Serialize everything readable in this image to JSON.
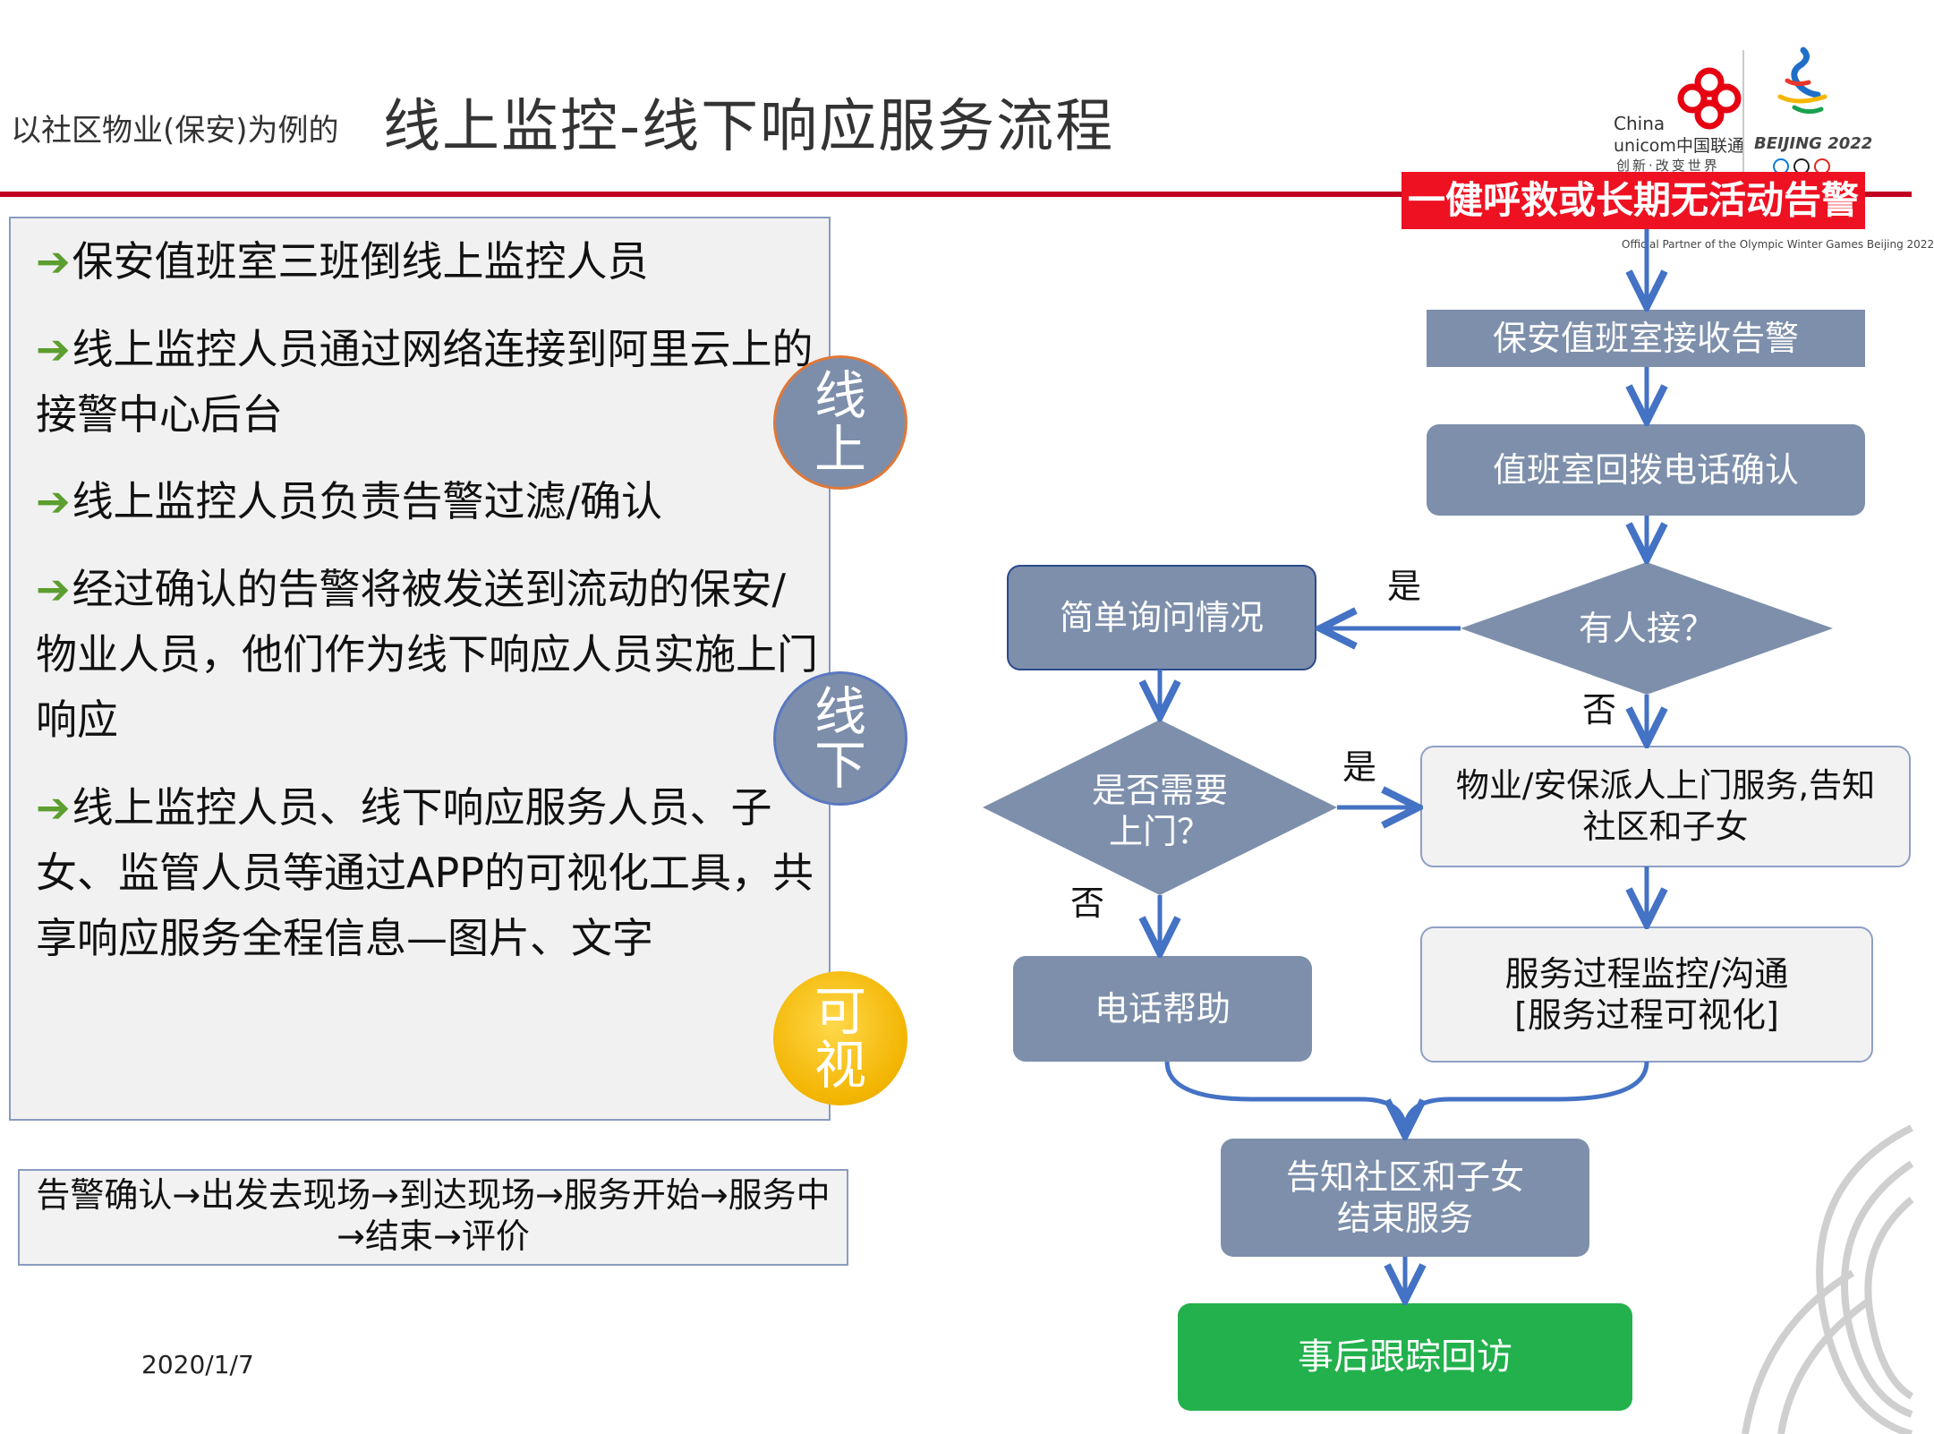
{
  "header": {
    "title_prefix": "以社区物业(保安)为例的",
    "title_main": "线上监控-线下响应服务流程"
  },
  "logo": {
    "unicom_line1": "China",
    "unicom_line2": "unicom中国联通",
    "unicom_slogan": "创新·改变世界",
    "beijing": "BEIJING 2022",
    "partner": "Official Partner of the Olympic Winter Games Beijing 2022"
  },
  "bullets": [
    {
      "arrow": "➔",
      "text": "保安值班室三班倒线上监控人员"
    },
    {
      "arrow": "➔",
      "text": "线上监控人员通过网络连接到阿里云上的接警中心后台"
    },
    {
      "arrow": "➔",
      "text": "线上监控人员负责告警过滤/确认"
    },
    {
      "arrow": "➔",
      "text": "经过确认的告警将被发送到流动的保安/物业人员，他们作为线下响应人员实施上门响应"
    },
    {
      "arrow": "➔",
      "text": "线上监控人员、线下响应服务人员、子女、监管人员等通过APP的可视化工具，共享响应服务全程信息—图片、文字"
    }
  ],
  "circles": {
    "online": [
      "线",
      "上"
    ],
    "offline": [
      "线",
      "下"
    ],
    "visual": [
      "可",
      "视"
    ]
  },
  "steps_text": "告警确认→出发去现场→到达现场→服务开始→服务中→结束→评价",
  "date": "2020/1/7",
  "flow": {
    "alarm": "一健呼救或长期无活动告警",
    "receive": "保安值班室接收告警",
    "callback": "值班室回拨电话确认",
    "answered": "有人接？",
    "yes1": "是",
    "no1": "否",
    "inquire": "简单询问情况",
    "need_visit": [
      "是否需要",
      "上门？"
    ],
    "yes2": "是",
    "no2": "否",
    "dispatch": [
      "物业/安保派人上门服务,告知",
      "社区和子女"
    ],
    "monitor": [
      "服务过程监控/沟通",
      "[服务过程可视化]"
    ],
    "phone_help": "电话帮助",
    "notify_end": [
      "告知社区和子女",
      "结束服务"
    ],
    "followup": "事后跟踪回访"
  },
  "colors": {
    "accent_red": "#c0001f",
    "alarm_red": "#ee1122",
    "box_slate": "#7d8fab",
    "arrow_blue": "#4472c4",
    "followup_green": "#22b14c",
    "visual_gold": "#f2b400"
  }
}
